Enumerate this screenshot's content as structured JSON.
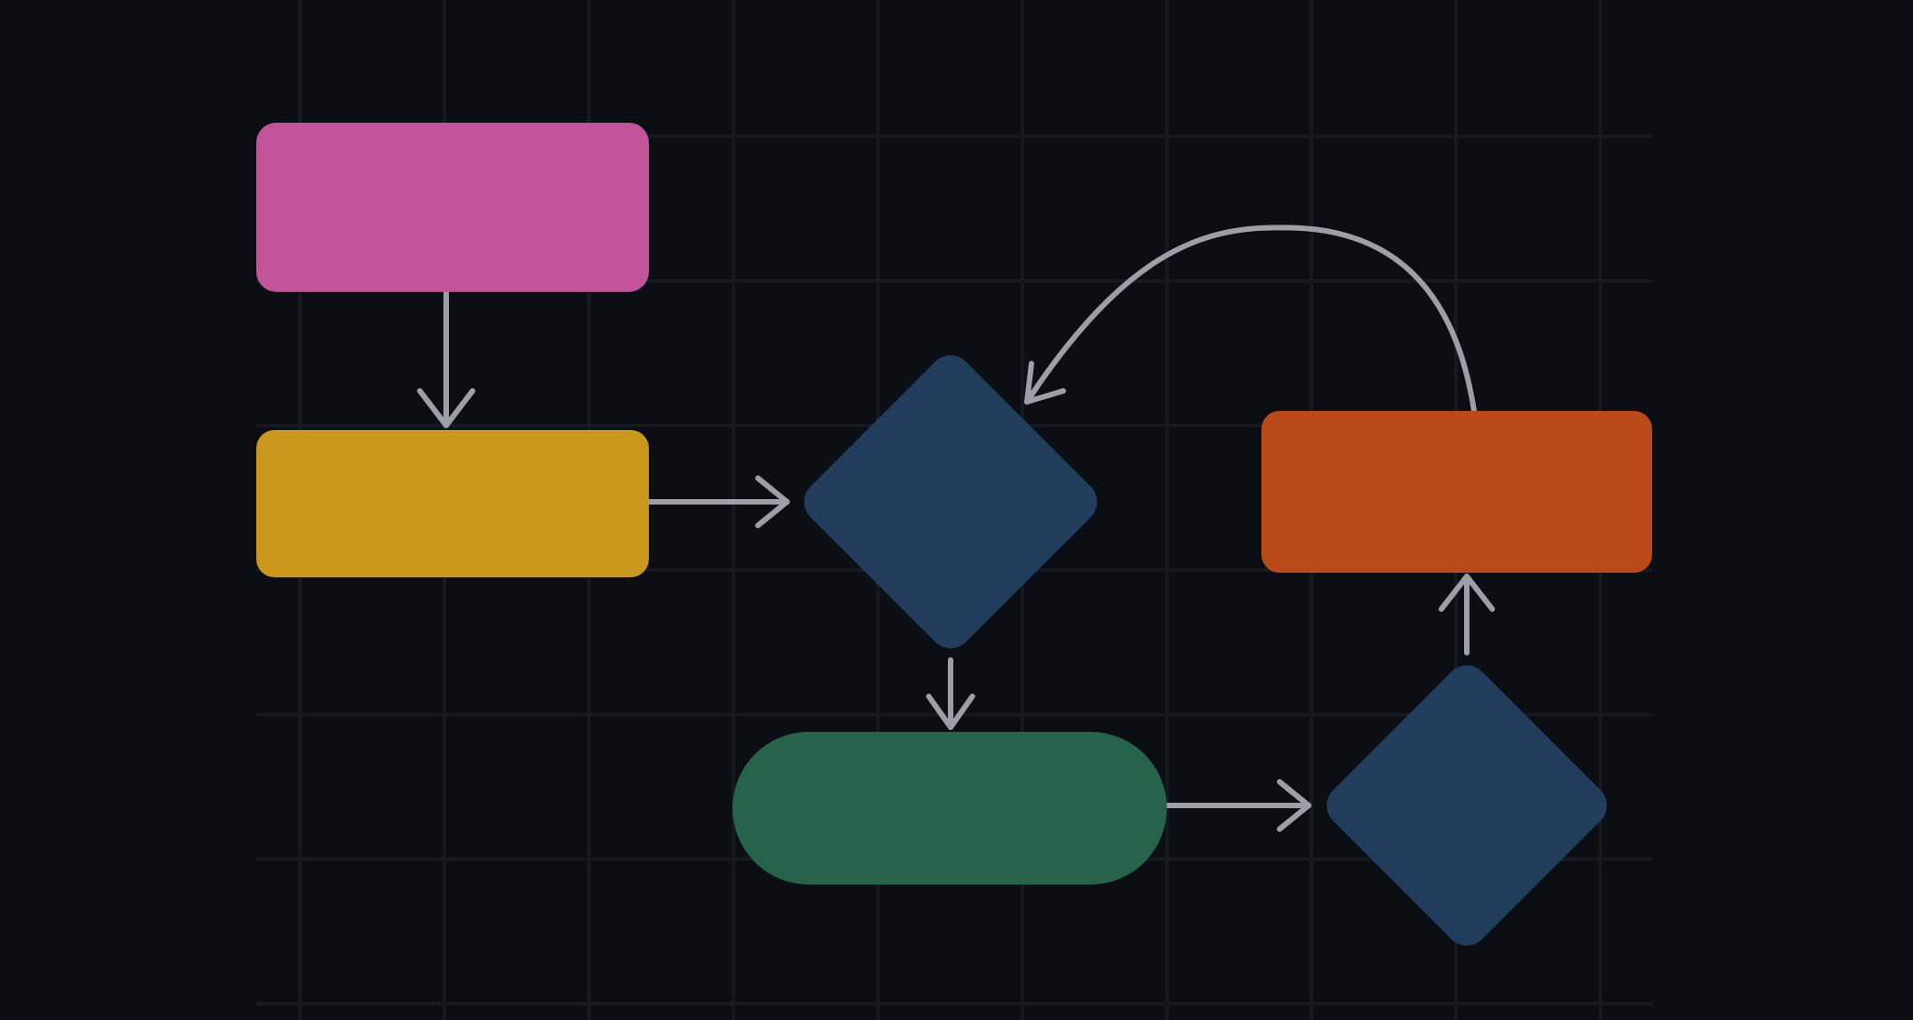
{
  "canvas": {
    "background_color": "#0b0e12",
    "grid_color": "#1b1f26",
    "connector_color": "#9ca0a6"
  },
  "nodes": [
    {
      "id": "pink-rect",
      "shape": "rounded-rectangle",
      "color": "#c4549a",
      "label": ""
    },
    {
      "id": "yellow-rect",
      "shape": "rounded-rectangle",
      "color": "#c9981c",
      "label": ""
    },
    {
      "id": "decision-1",
      "shape": "diamond",
      "color": "#223d5c",
      "label": ""
    },
    {
      "id": "green-pill",
      "shape": "stadium",
      "color": "#27634a",
      "label": ""
    },
    {
      "id": "decision-2",
      "shape": "diamond",
      "color": "#223d5c",
      "label": ""
    },
    {
      "id": "orange-rect",
      "shape": "rounded-rectangle",
      "color": "#bb4a1a",
      "label": ""
    }
  ],
  "edges": [
    {
      "from": "pink-rect",
      "to": "yellow-rect",
      "style": "straight"
    },
    {
      "from": "yellow-rect",
      "to": "decision-1",
      "style": "straight"
    },
    {
      "from": "decision-1",
      "to": "green-pill",
      "style": "straight"
    },
    {
      "from": "green-pill",
      "to": "decision-2",
      "style": "straight"
    },
    {
      "from": "decision-2",
      "to": "orange-rect",
      "style": "straight"
    },
    {
      "from": "orange-rect",
      "to": "decision-1",
      "style": "curved"
    }
  ]
}
